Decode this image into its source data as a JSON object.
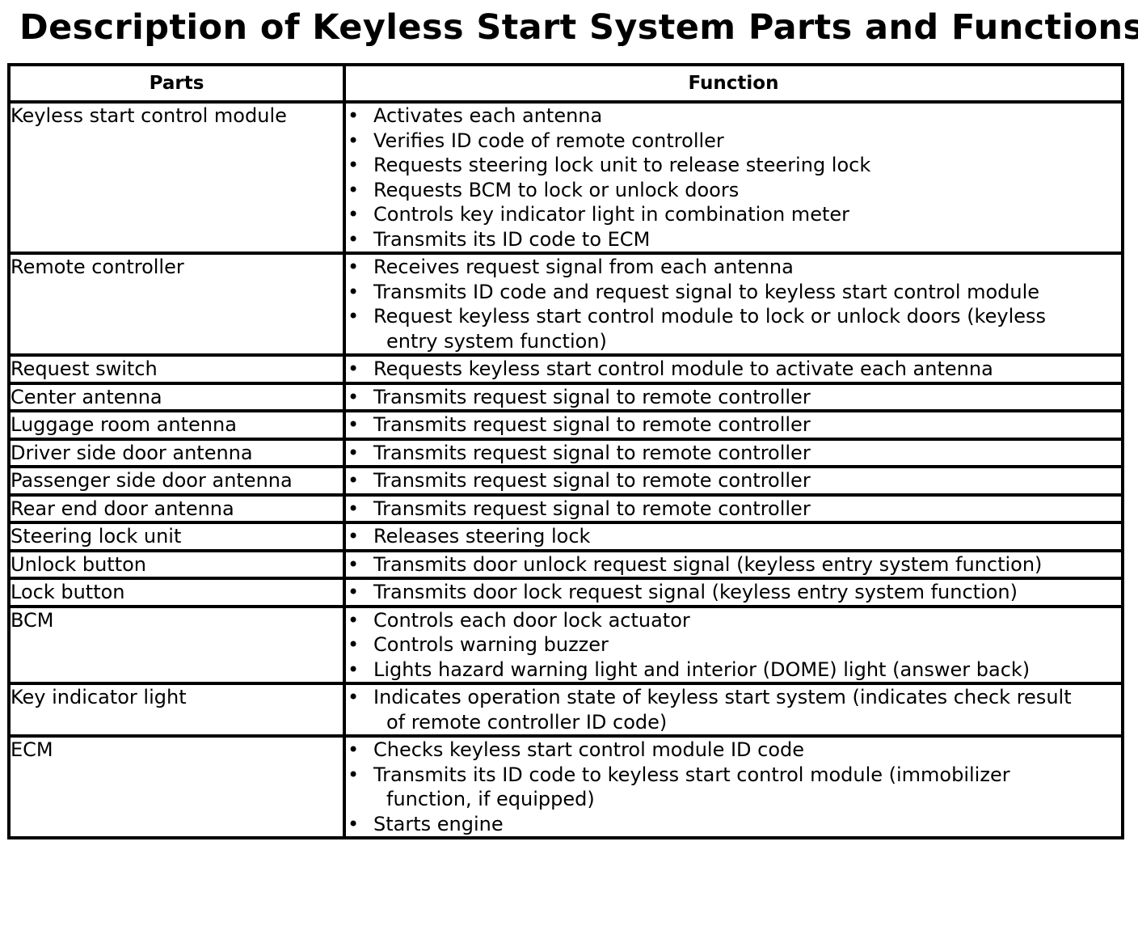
{
  "title": "Description of Keyless Start System Parts and Functions",
  "bullet": "•",
  "headers": {
    "parts": "Parts",
    "function": "Function"
  },
  "rows": [
    {
      "part": "Keyless start control module",
      "functions": [
        [
          "Activates each antenna"
        ],
        [
          "Verifies ID code of remote controller"
        ],
        [
          "Requests steering lock unit to release steering lock"
        ],
        [
          "Requests BCM to lock or unlock doors"
        ],
        [
          "Controls key indicator light in combination meter"
        ],
        [
          "Transmits its ID code to ECM"
        ]
      ]
    },
    {
      "part": "Remote controller",
      "functions": [
        [
          "Receives request signal from each antenna"
        ],
        [
          "Transmits ID code and request signal to keyless start control module"
        ],
        [
          "Request keyless start control module to lock or unlock doors (keyless",
          "entry system function)"
        ]
      ]
    },
    {
      "part": "Request switch",
      "functions": [
        [
          "Requests keyless start control module to activate each antenna"
        ]
      ]
    },
    {
      "part": "Center antenna",
      "functions": [
        [
          "Transmits request signal to remote controller"
        ]
      ]
    },
    {
      "part": "Luggage room antenna",
      "functions": [
        [
          "Transmits request signal to remote controller"
        ]
      ]
    },
    {
      "part": "Driver side door antenna",
      "functions": [
        [
          "Transmits request signal to remote controller"
        ]
      ]
    },
    {
      "part": "Passenger side door antenna",
      "functions": [
        [
          "Transmits request signal to remote controller"
        ]
      ]
    },
    {
      "part": "Rear end door antenna",
      "functions": [
        [
          "Transmits request signal to remote controller"
        ]
      ]
    },
    {
      "part": "Steering lock unit",
      "functions": [
        [
          "Releases steering lock"
        ]
      ]
    },
    {
      "part": "Unlock button",
      "functions": [
        [
          "Transmits door unlock request signal (keyless entry system function)"
        ]
      ]
    },
    {
      "part": "Lock button",
      "functions": [
        [
          "Transmits door lock request signal (keyless entry system function)"
        ]
      ]
    },
    {
      "part": "BCM",
      "functions": [
        [
          "Controls each door lock actuator"
        ],
        [
          "Controls warning buzzer"
        ],
        [
          "Lights hazard warning light and interior (DOME) light (answer back)"
        ]
      ]
    },
    {
      "part": "Key indicator light",
      "functions": [
        [
          "Indicates operation state of keyless start system (indicates check result",
          "of remote controller ID code)"
        ]
      ]
    },
    {
      "part": "ECM",
      "functions": [
        [
          "Checks keyless start control module ID code"
        ],
        [
          "Transmits its ID code to keyless start control module (immobilizer",
          "function, if equipped)"
        ],
        [
          "Starts engine"
        ]
      ]
    }
  ]
}
